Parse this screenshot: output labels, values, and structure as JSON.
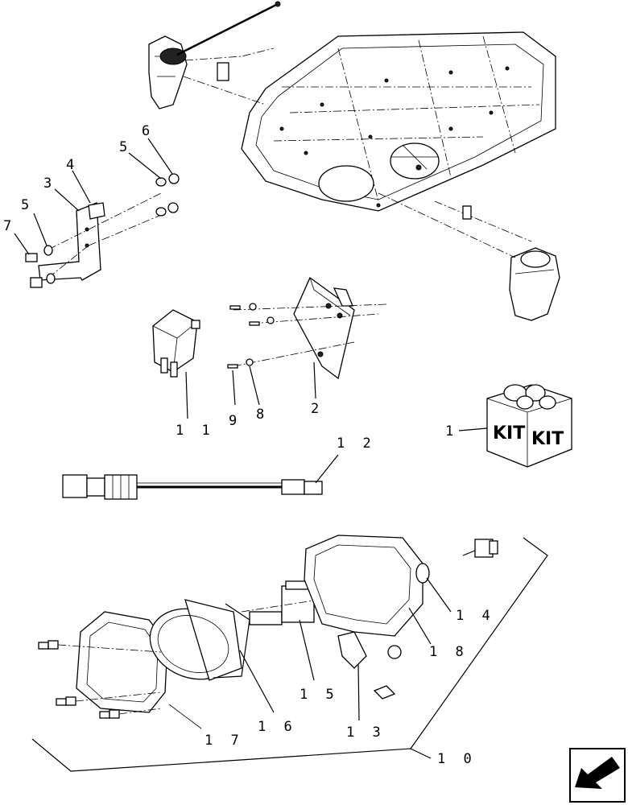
{
  "callouts": {
    "c1": "1",
    "c2": "2",
    "c3": "3",
    "c4": "4",
    "c5a": "5",
    "c5b": "5",
    "c6": "6",
    "c7": "7",
    "c8": "8",
    "c9": "9",
    "c10": "1 0",
    "c11": "1 1",
    "c12": "1 2",
    "c13": "1 3",
    "c14": "1 4",
    "c15": "1 5",
    "c16": "1 6",
    "c17": "1 7",
    "c18": "1 8"
  },
  "kit_labels": {
    "left": "KIT",
    "right": "KIT"
  },
  "nav": {
    "icon": "arrow-icon"
  }
}
